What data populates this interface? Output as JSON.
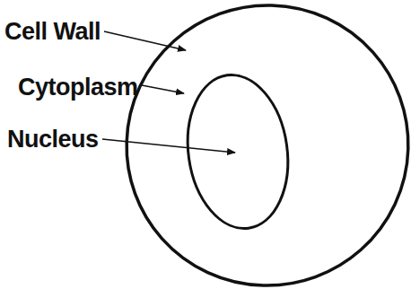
{
  "diagram": {
    "labels": [
      "Cell Wall",
      "Cytoplasm",
      "Nucleus"
    ]
  }
}
